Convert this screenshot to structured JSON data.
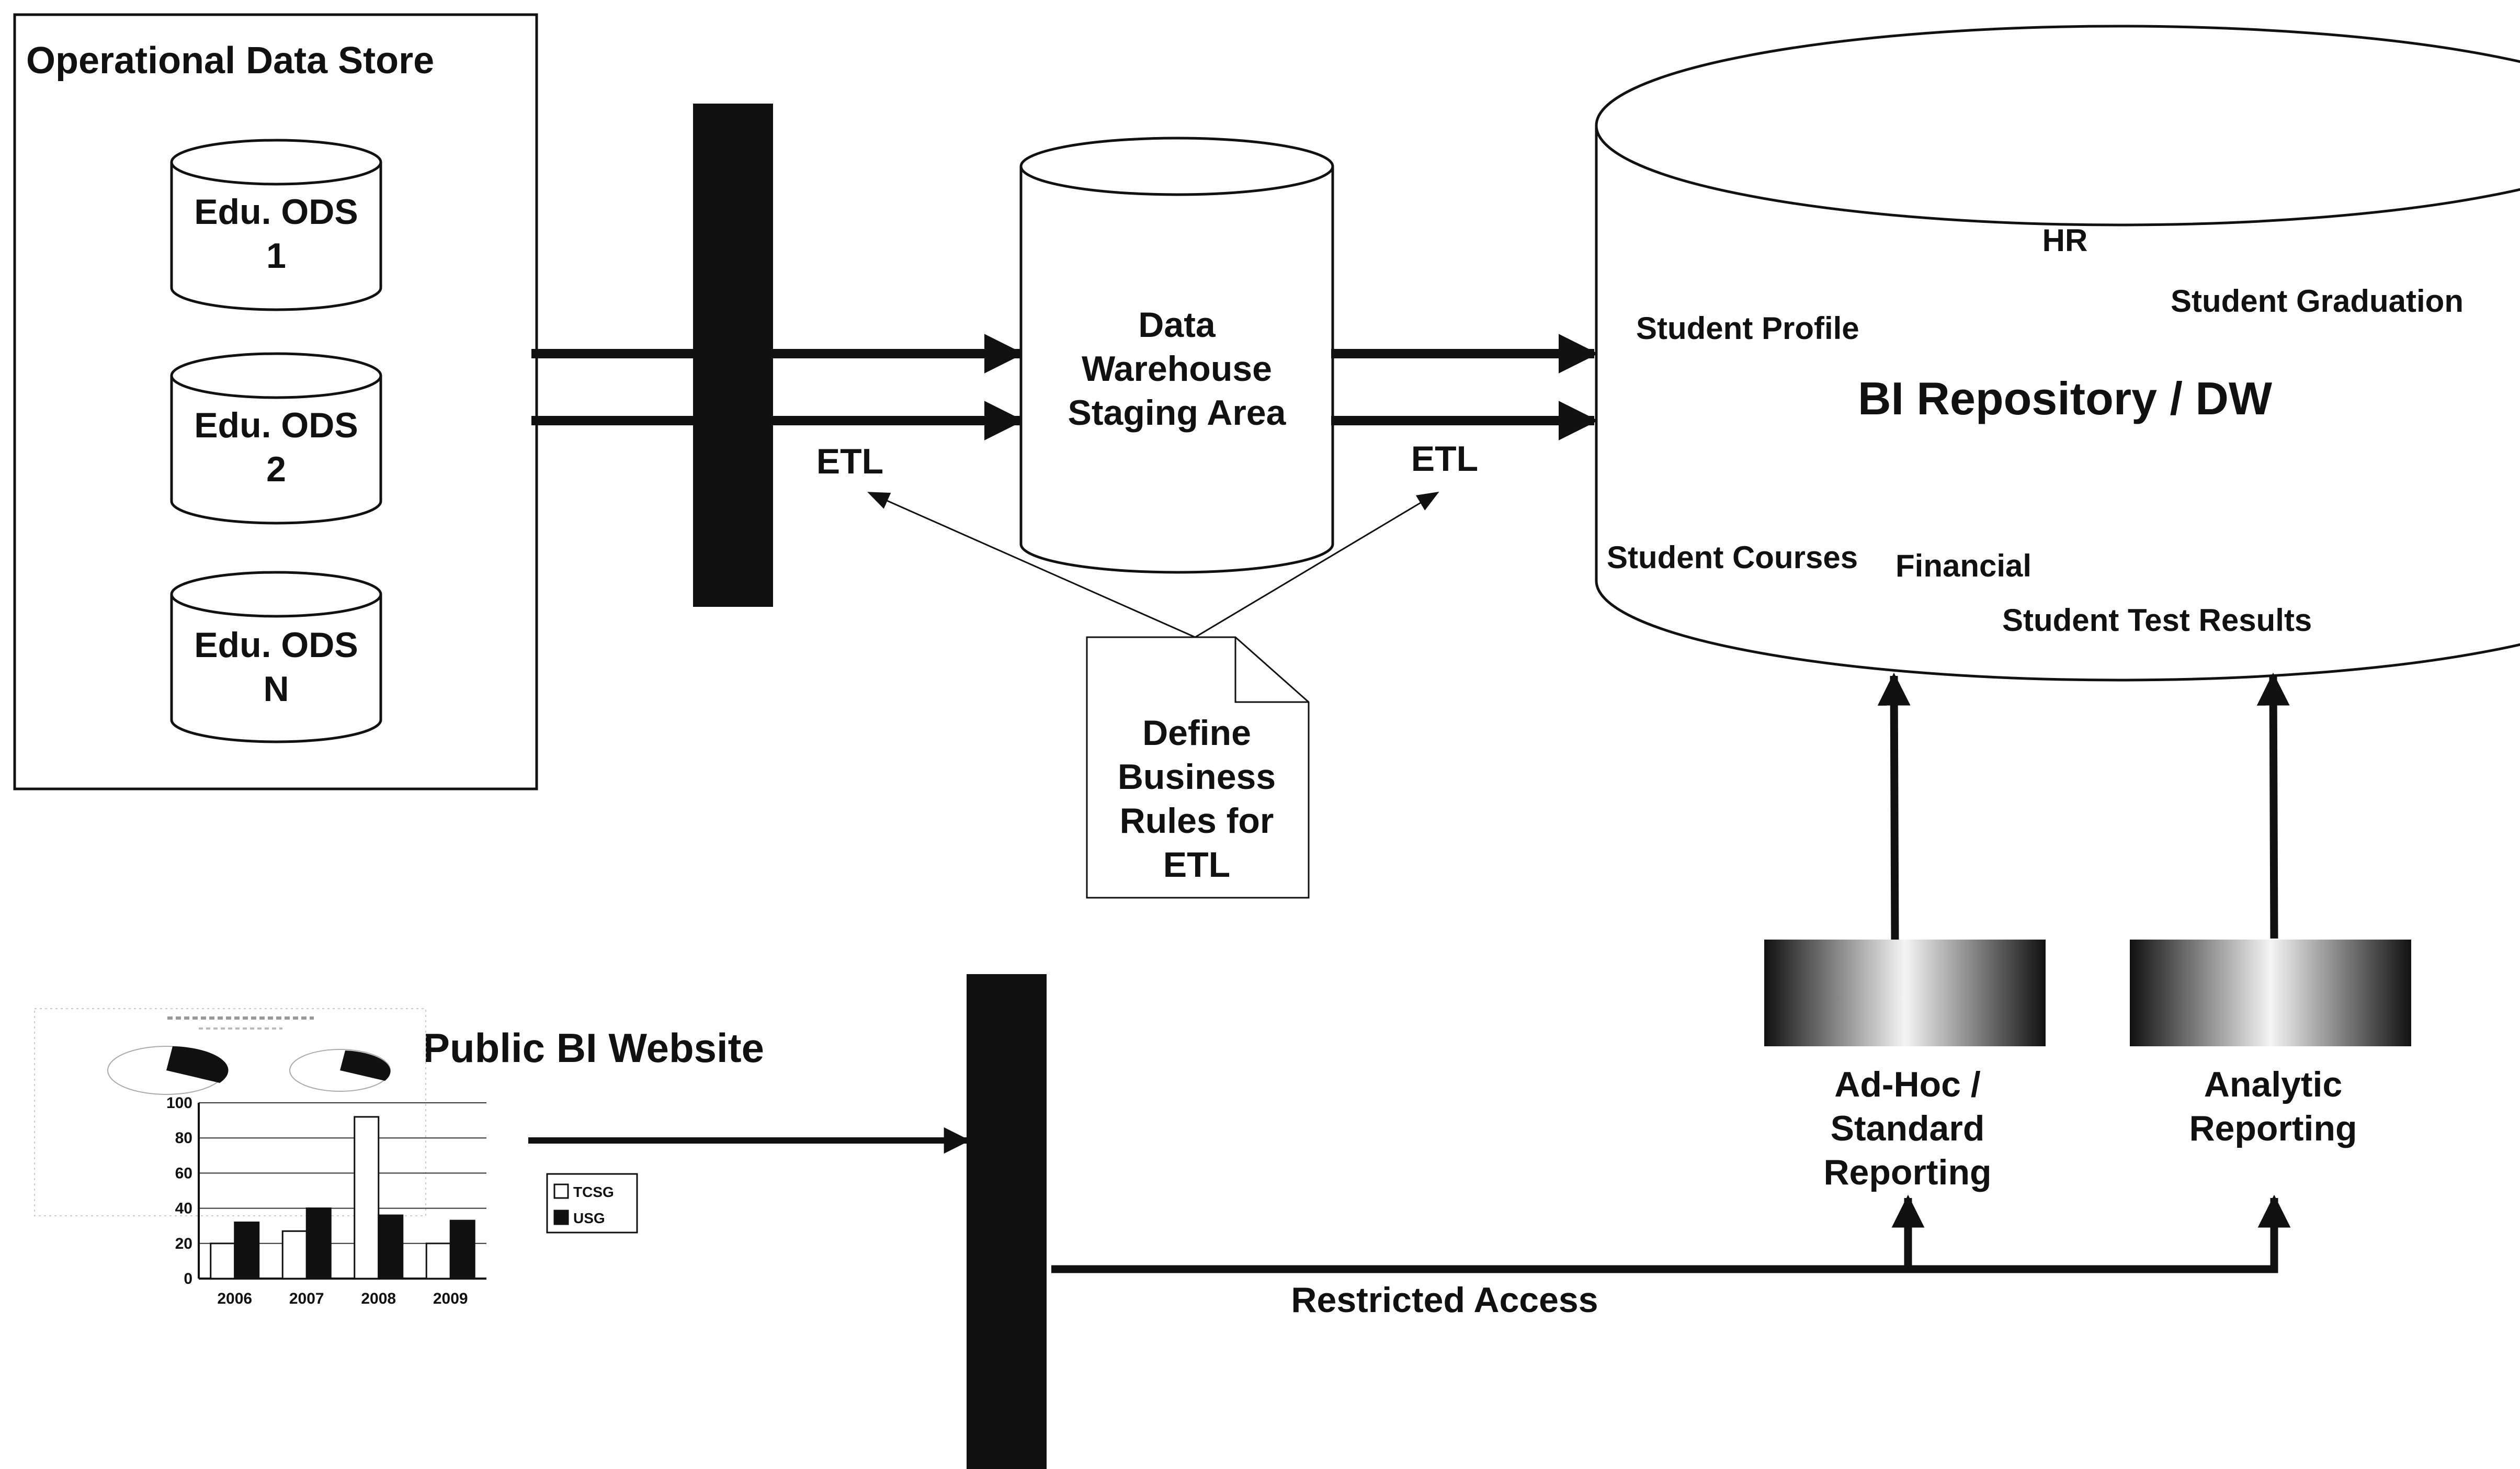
{
  "ods": {
    "title": "Operational Data Store",
    "stores": [
      {
        "line1": "Edu. ODS",
        "line2": "1"
      },
      {
        "line1": "Edu. ODS",
        "line2": "2"
      },
      {
        "line1": "Edu. ODS",
        "line2": "N"
      }
    ]
  },
  "staging": {
    "line1": "Data",
    "line2": "Warehouse",
    "line3": "Staging Area"
  },
  "etl": {
    "left": "ETL",
    "right": "ETL"
  },
  "business_rules": {
    "line1": "Define",
    "line2": "Business",
    "line3": "Rules for",
    "line4": "ETL"
  },
  "repository": {
    "title": "BI Repository / DW",
    "areas": {
      "hr": "HR",
      "student_profile": "Student Profile",
      "student_graduation": "Student Graduation",
      "student_courses": "Student Courses",
      "financial": "Financial",
      "student_test_results": "Student Test Results"
    }
  },
  "reporting": {
    "adhoc": {
      "line1": "Ad-Hoc /",
      "line2": "Standard",
      "line3": "Reporting"
    },
    "analytic": {
      "line1": "Analytic",
      "line2": "Reporting"
    }
  },
  "public_site": {
    "title": "Public BI Website"
  },
  "restricted": {
    "label": "Restricted Access"
  },
  "thumbnail_chart": {
    "type": "bar",
    "categories": [
      "2006",
      "2007",
      "2008",
      "2009"
    ],
    "series": [
      {
        "name": "TCSG",
        "values": [
          20,
          27,
          92,
          20
        ],
        "color": "#ffffff"
      },
      {
        "name": "USG",
        "values": [
          32,
          40,
          36,
          33
        ],
        "color": "#111111"
      }
    ],
    "y_ticks": [
      "0",
      "20",
      "40",
      "60",
      "80",
      "100"
    ],
    "ylim": [
      0,
      100
    ],
    "legend_position": "right"
  }
}
